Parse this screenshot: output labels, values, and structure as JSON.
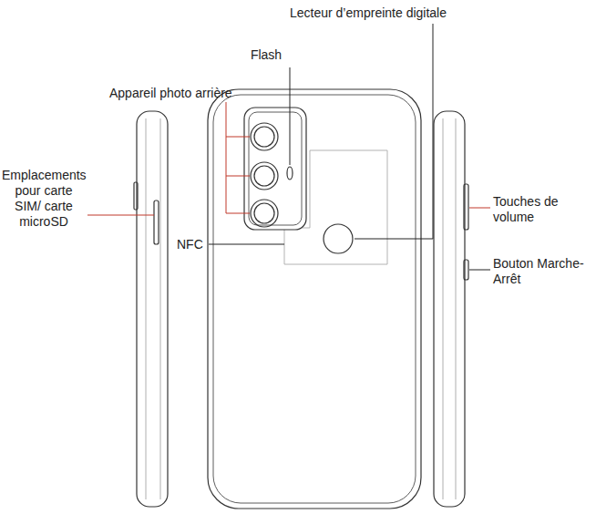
{
  "diagram": {
    "labels": [
      "Lecteur d’empreinte digitale",
      "Flash",
      "Appareil photo arrière",
      "Emplacements pour carte SIM/ carte microSD",
      "NFC",
      "Touches de volume",
      "Bouton Marche-Arrêt"
    ]
  }
}
